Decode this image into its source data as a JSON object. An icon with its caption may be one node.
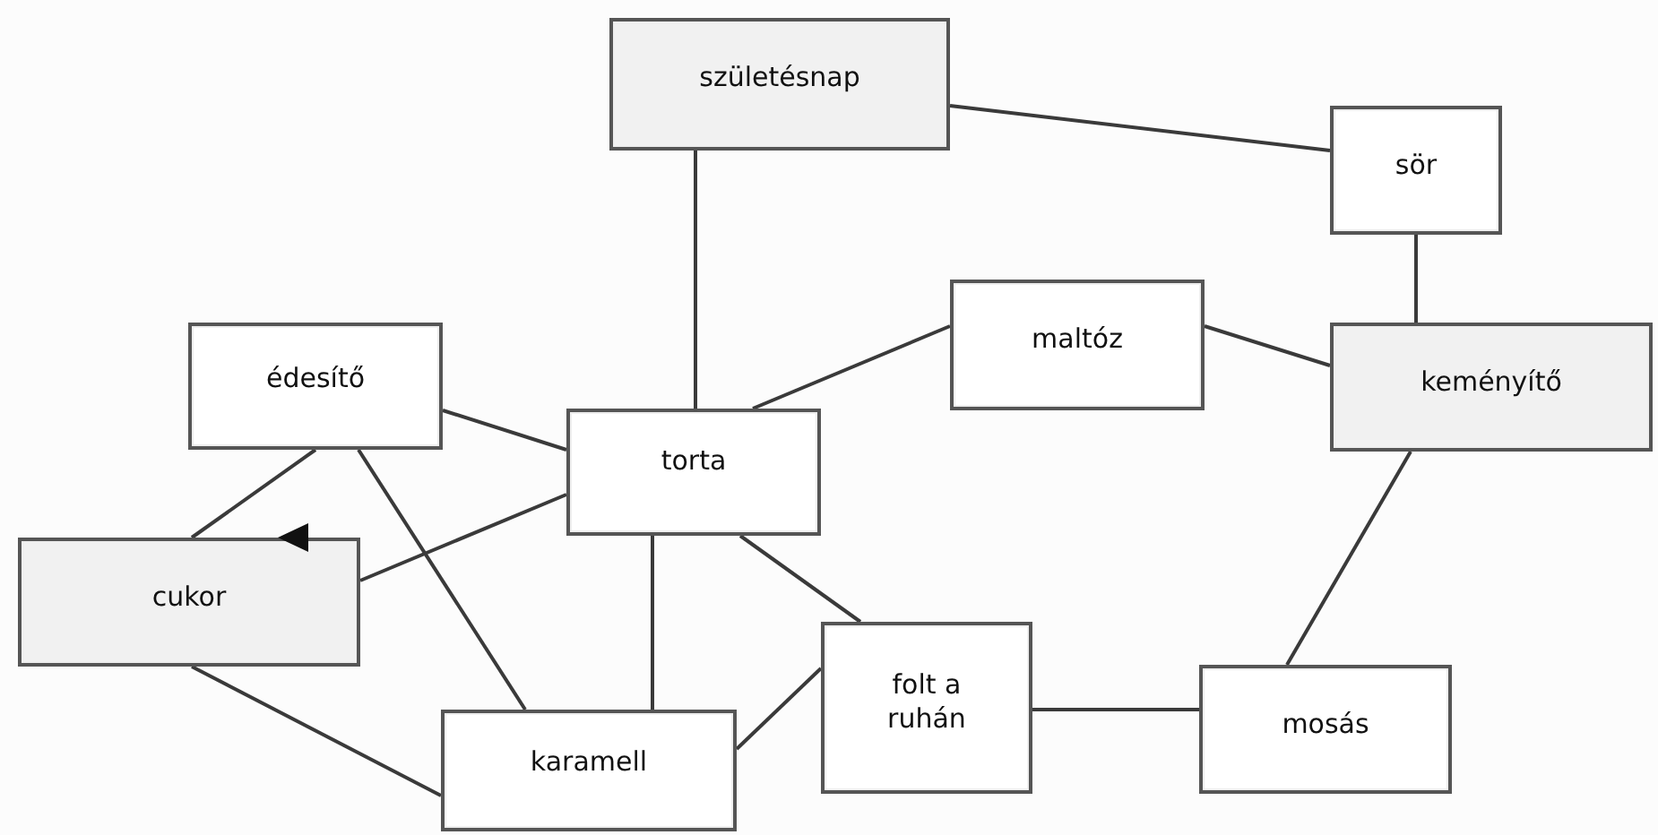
{
  "diagram": {
    "nodes": [
      {
        "text": [
          "születésnap"
        ]
      },
      {
        "text": [
          "sör"
        ]
      },
      {
        "text": [
          "maltóz"
        ]
      },
      {
        "text": [
          "keményítő"
        ]
      },
      {
        "text": [
          "édesítő"
        ]
      },
      {
        "text": [
          "torta"
        ]
      },
      {
        "text": [
          "cukor"
        ]
      },
      {
        "text": [
          "folt a ruhán"
        ]
      },
      {
        "text": [
          "mosás"
        ]
      },
      {
        "text": [
          "karamell"
        ]
      }
    ],
    "edges": [
      {
        "from": 0,
        "to": 5,
        "arrow": "none"
      },
      {
        "from": 0,
        "to": 1,
        "arrow": "none"
      },
      {
        "from": 1,
        "to": 3,
        "arrow": "none"
      },
      {
        "from": 2,
        "to": 5,
        "arrow": "none"
      },
      {
        "from": 2,
        "to": 3,
        "arrow": "none"
      },
      {
        "from": 4,
        "to": 5,
        "arrow": "none"
      },
      {
        "from": 4,
        "to": 6,
        "arrow": "none"
      },
      {
        "from": 4,
        "to": 9,
        "arrow": "none"
      },
      {
        "from": 5,
        "to": 6,
        "arrow": "none"
      },
      {
        "from": 5,
        "to": 9,
        "arrow": "none"
      },
      {
        "from": 5,
        "to": 7,
        "arrow": "none"
      },
      {
        "from": 6,
        "to": 9,
        "arrow": "none"
      },
      {
        "from": 9,
        "to": 7,
        "arrow": "none"
      },
      {
        "from": 7,
        "to": 8,
        "arrow": "none"
      },
      {
        "from": 3,
        "to": 8,
        "arrow": "none"
      }
    ]
  }
}
